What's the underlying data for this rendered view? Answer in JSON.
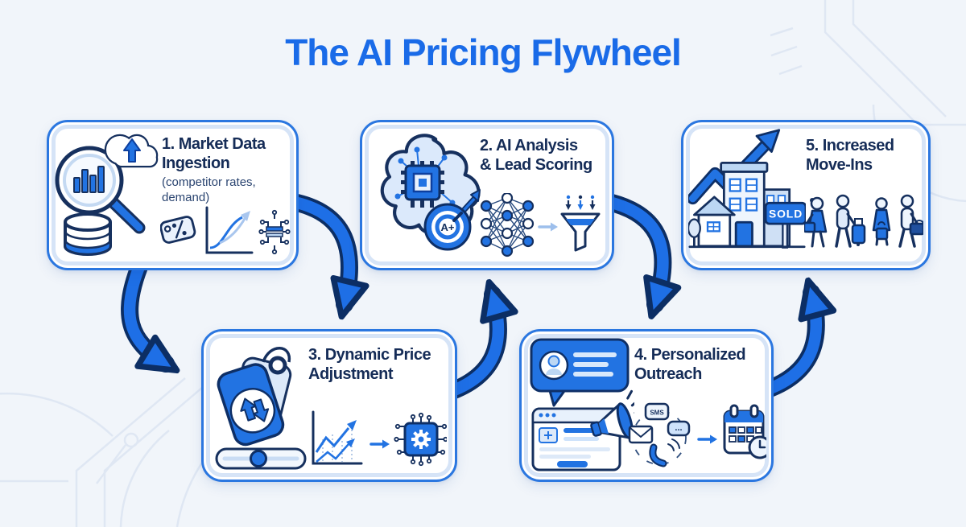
{
  "page": {
    "title": "The AI Pricing Flywheel"
  },
  "colors": {
    "background": "#f1f5fa",
    "title_blue": "#1a6be8",
    "heading_navy": "#152c57",
    "box_border_blue": "#2b77e0",
    "arrow_blue": "#1e6fe6",
    "arrow_outline_navy": "#0c2e64",
    "icon_light_blue": "#dbe9fb"
  },
  "steps": [
    {
      "name": "market-data-ingestion",
      "title": "1. Market Data\nIngestion",
      "subtitle": "(competitor rates,\ndemand)",
      "icons": [
        "magnifier-bar-chart-icon",
        "cloud-upload-icon",
        "database-icon",
        "price-tag-icon",
        "growth-curve-icon",
        "circuit-icon"
      ]
    },
    {
      "name": "ai-analysis-lead-scoring",
      "title": "2. AI Analysis\n& Lead Scoring",
      "target_label": "A+",
      "icons": [
        "brain-circuit-icon",
        "ai-chip-icon",
        "target-grade-icon",
        "neural-network-icon",
        "flow-arrow-icon",
        "lead-funnel-icon"
      ]
    },
    {
      "name": "dynamic-price-adjustment",
      "title": "3. Dynamic Price\nAdjustment",
      "icons": [
        "price-tags-updown-icon",
        "slider-icon",
        "trend-chart-icon",
        "flow-arrow-icon",
        "ai-chip-gear-icon"
      ]
    },
    {
      "name": "personalized-outreach",
      "title": "4. Personalized\nOutreach",
      "sms_label": "SMS",
      "dots_label": "...",
      "icons": [
        "profile-chat-bubble-icon",
        "browser-window-icon",
        "megaphone-icon",
        "envelope-icon",
        "sms-bubble-icon",
        "chat-dots-bubble-icon",
        "phone-icon",
        "flow-arrow-icon",
        "calendar-clock-icon"
      ]
    },
    {
      "name": "increased-move-ins",
      "title": "5. Increased\nMove-Ins",
      "sold_label": "SOLD",
      "icons": [
        "growth-arrow-icon",
        "apartment-building-icon",
        "house-icon",
        "tree-icon",
        "sold-sign-icon",
        "movers-with-luggage-icon"
      ]
    }
  ],
  "flow_arrows": [
    {
      "name": "arrow-step1-down"
    },
    {
      "name": "arrow-step1-to-step3"
    },
    {
      "name": "arrow-step3-to-step2"
    },
    {
      "name": "arrow-step2-to-step4"
    },
    {
      "name": "arrow-step4-to-step5"
    }
  ]
}
